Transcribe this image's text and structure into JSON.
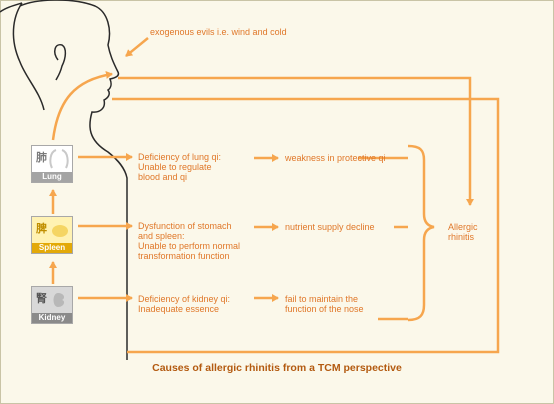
{
  "annotation": {
    "exogenous": "exogenous evils i.e. wind and cold"
  },
  "organs": [
    {
      "name": "Lung",
      "glyph": "肺",
      "accent": "#9c9c9c",
      "label_bg": "#a4a4a4"
    },
    {
      "name": "Spleen",
      "glyph": "脾",
      "accent": "#d9a900",
      "label_bg": "#e3a908"
    },
    {
      "name": "Kidney",
      "glyph": "腎",
      "accent": "#777777",
      "label_bg": "#8a8a8a"
    }
  ],
  "rows": [
    {
      "cause": "Deficiency of lung qi:\nUnable to regulate\nblood and qi",
      "effect": "weakness in protective qi"
    },
    {
      "cause": "Dysfunction of stomach\nand spleen:\nUnable to perform normal\ntransformation function",
      "effect": "nutrient supply decline"
    },
    {
      "cause": "Deficiency of kidney qi:\nInadequate essence",
      "effect": "fail to maintain the\nfunction of the nose"
    }
  ],
  "outcome": "Allergic\nrhinitis",
  "caption": "Causes of allergic rhinitis from a TCM perspective",
  "colors": {
    "arrow": "#f6a64e",
    "text": "#e0782a",
    "caption": "#b35a10",
    "outline": "#2a2a2a",
    "background": "#fbf8ea"
  }
}
